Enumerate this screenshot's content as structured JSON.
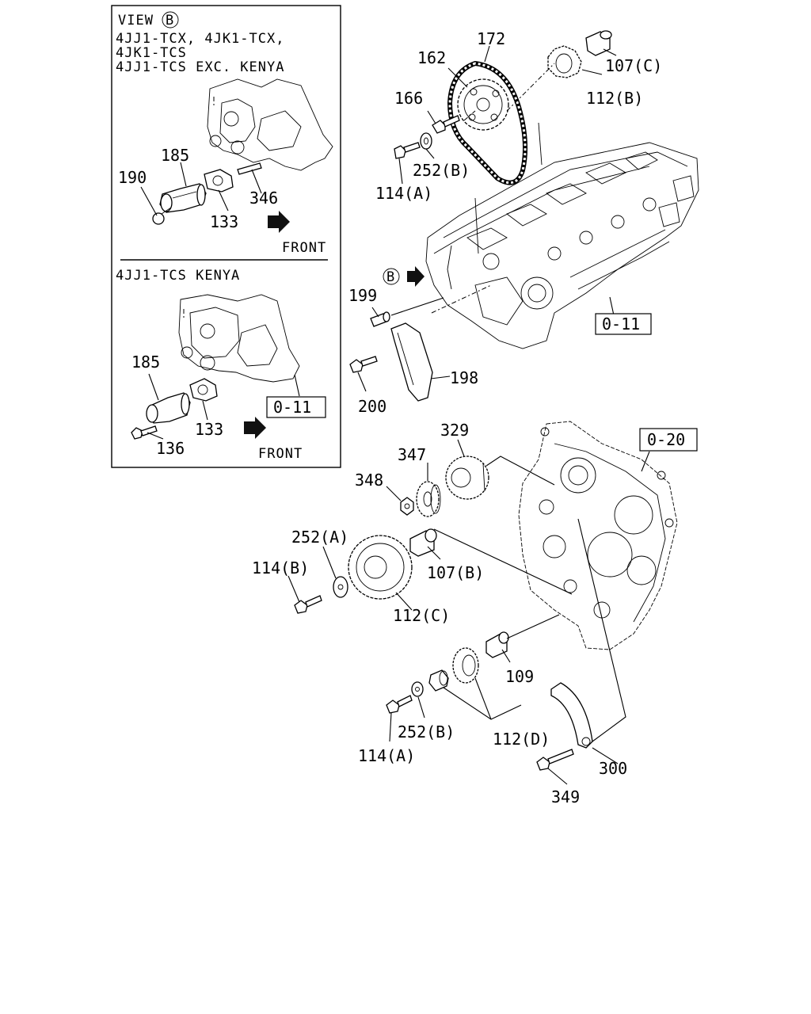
{
  "inset": {
    "view_prefix": "VIEW",
    "view_letter": "B",
    "header_line1": "4JJ1-TCX, 4JK1-TCX,",
    "header_line2": "4JK1-TCS",
    "header_line3": "4JJ1-TCS  EXC. KENYA",
    "section2_header": "4JJ1-TCS  KENYA",
    "front_label_1": "FRONT",
    "front_label_2": "FRONT",
    "ref_box": "0-11",
    "labels": {
      "p185a": "185",
      "p190": "190",
      "p133a": "133",
      "p346": "346",
      "p185b": "185",
      "p133b": "133",
      "p136": "136"
    }
  },
  "main": {
    "view_marker": "B",
    "ref_box_head": "0-11",
    "ref_box_cover": "0-20",
    "labels": {
      "p172": "172",
      "p162": "162",
      "p107c": "107(C)",
      "p112b": "112(B)",
      "p166": "166",
      "p252b_top": "252(B)",
      "p114a_top": "114(A)",
      "p199": "199",
      "p198": "198",
      "p200": "200",
      "p329": "329",
      "p347": "347",
      "p348": "348",
      "p252a": "252(A)",
      "p114b": "114(B)",
      "p107b": "107(B)",
      "p112c": "112(C)",
      "p109": "109",
      "p252b_bot": "252(B)",
      "p114a_bot": "114(A)",
      "p112d": "112(D)",
      "p300": "300",
      "p349": "349"
    }
  }
}
